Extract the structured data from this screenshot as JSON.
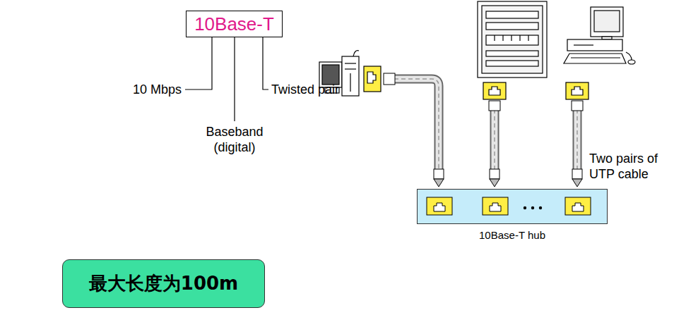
{
  "diagram": {
    "nodes": [
      {
        "text": [
          "10Base-T"
        ]
      },
      {
        "text": [
          "10Base-T hub"
        ]
      },
      {
        "text": [
          "最大长度为100m"
        ]
      }
    ],
    "labels": [
      "10 Mbps",
      "Baseband (digital)",
      "Twisted pair",
      "Two pairs of UTP cable"
    ]
  }
}
